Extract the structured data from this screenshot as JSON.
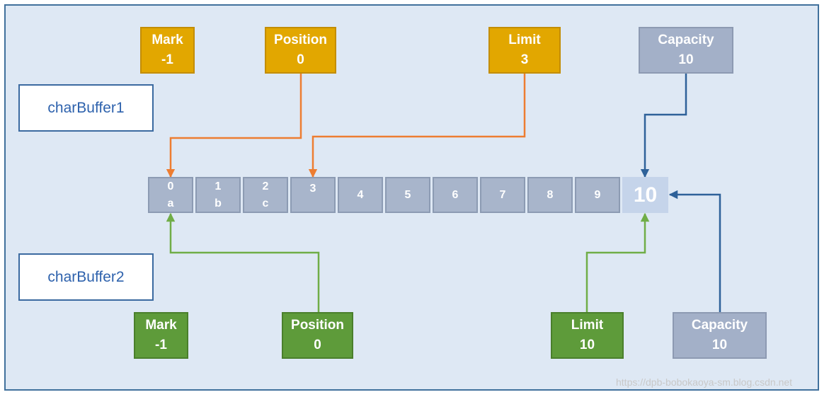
{
  "buffer1": {
    "label": "charBuffer1",
    "mark": {
      "name": "Mark",
      "value": "-1"
    },
    "position": {
      "name": "Position",
      "value": "0"
    },
    "limit": {
      "name": "Limit",
      "value": "3"
    },
    "capacity": {
      "name": "Capacity",
      "value": "10"
    }
  },
  "buffer2": {
    "label": "charBuffer2",
    "mark": {
      "name": "Mark",
      "value": "-1"
    },
    "position": {
      "name": "Position",
      "value": "0"
    },
    "limit": {
      "name": "Limit",
      "value": "10"
    },
    "capacity": {
      "name": "Capacity",
      "value": "10"
    }
  },
  "cells": [
    {
      "index": "0",
      "char": "a"
    },
    {
      "index": "1",
      "char": "b"
    },
    {
      "index": "2",
      "char": "c"
    },
    {
      "index": "3",
      "char": ""
    },
    {
      "index": "4",
      "char": ""
    },
    {
      "index": "5",
      "char": ""
    },
    {
      "index": "6",
      "char": ""
    },
    {
      "index": "7",
      "char": ""
    },
    {
      "index": "8",
      "char": ""
    },
    {
      "index": "9",
      "char": ""
    }
  ],
  "capacity_cell": "10",
  "watermark": "https://dpb-bobokaoya-sm.blog.csdn.net",
  "colors": {
    "background": "#dee8f4",
    "border": "#41719c",
    "orange_box": "#e2a700",
    "green_box": "#5e9b3a",
    "gray_box": "#a3b0c8",
    "orange_arrow": "#ed7d31",
    "green_arrow": "#70ad47",
    "blue_arrow": "#2e6199"
  }
}
